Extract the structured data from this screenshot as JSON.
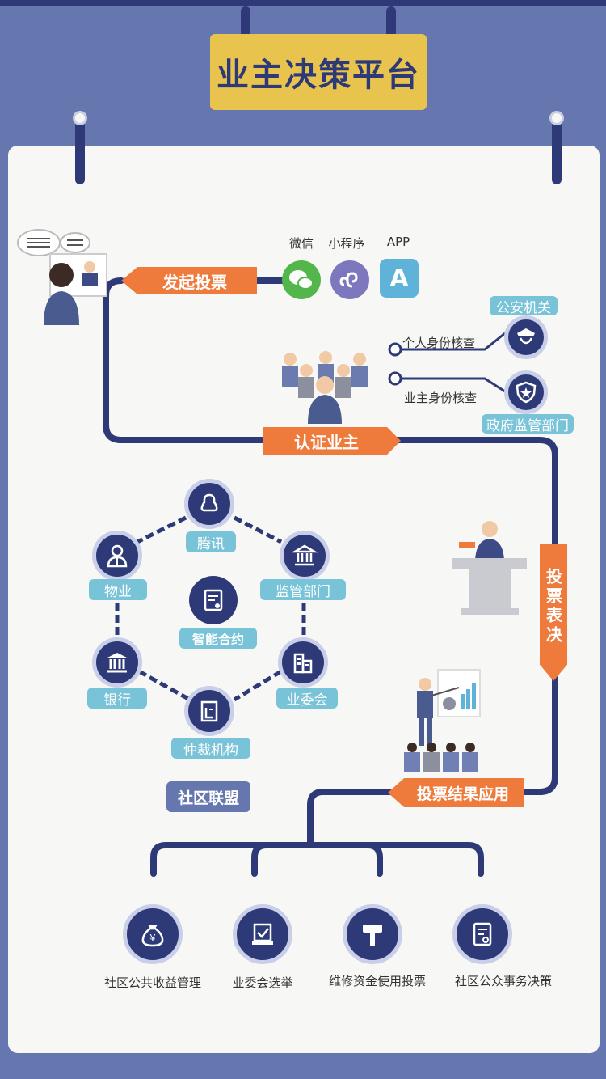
{
  "title": "业主决策平台",
  "start": {
    "label": "发起投票",
    "channels": [
      {
        "label": "微信",
        "icon": "wechat-icon"
      },
      {
        "label": "小程序",
        "icon": "mini-program-icon"
      },
      {
        "label": "APP",
        "icon": "app-icon"
      }
    ]
  },
  "verify": {
    "label": "认证业主",
    "checks": [
      {
        "label": "个人身份核查",
        "authority": "公安机关",
        "icon": "police-icon"
      },
      {
        "label": "业主身份核查",
        "authority": "政府监管部门",
        "icon": "shield-star-icon"
      }
    ]
  },
  "vote": {
    "label": "投票表决"
  },
  "alliance": {
    "center": "智能合约",
    "name": "社区联盟",
    "members": [
      "腾讯",
      "物业",
      "监管部门",
      "银行",
      "业委会",
      "仲裁机构"
    ]
  },
  "results": {
    "label": "投票结果应用",
    "items": [
      "社区公共收益管理",
      "业委会选举",
      "维修资金使用投票",
      "社区公众事务决策"
    ]
  },
  "colors": {
    "navy": "#2e3a78",
    "orange": "#ee7a3c",
    "teal": "#79c3d8",
    "yellow": "#e8c44e",
    "bg": "#6677b0"
  }
}
